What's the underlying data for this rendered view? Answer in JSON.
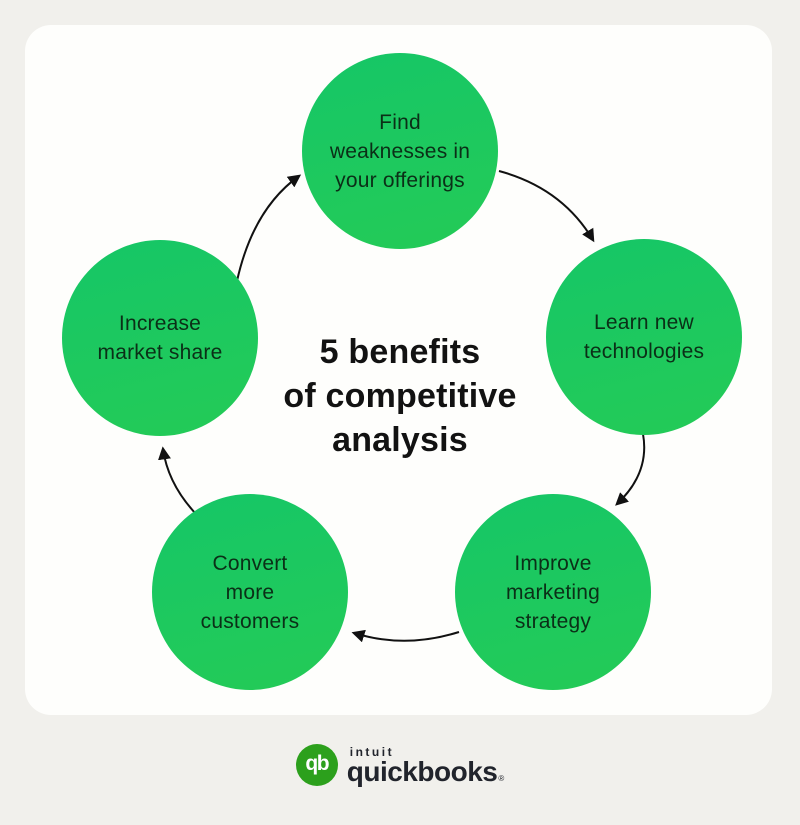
{
  "page": {
    "background_color": "#f1f0ec",
    "card_color": "#fefefc"
  },
  "title": {
    "full": "5 benefits of competitive analysis",
    "lines": [
      "5 benefits",
      "of competitive",
      "analysis"
    ]
  },
  "diagram": {
    "type": "cycle",
    "nodes": [
      {
        "id": "find-weaknesses",
        "label": "Find weaknesses in your offerings",
        "lines": [
          "Find",
          "weaknesses in",
          "your offerings"
        ]
      },
      {
        "id": "learn-new-technologies",
        "label": "Learn new technologies",
        "lines": [
          "Learn new",
          "technologies"
        ]
      },
      {
        "id": "improve-marketing-strategy",
        "label": "Improve marketing strategy",
        "lines": [
          "Improve",
          "marketing",
          "strategy"
        ]
      },
      {
        "id": "convert-more-customers",
        "label": "Convert more customers",
        "lines": [
          "Convert",
          "more",
          "customers"
        ]
      },
      {
        "id": "increase-market-share",
        "label": "Increase market share",
        "lines": [
          "Increase",
          "market share"
        ]
      }
    ],
    "edges": [
      {
        "from": "find-weaknesses",
        "to": "learn-new-technologies"
      },
      {
        "from": "learn-new-technologies",
        "to": "improve-marketing-strategy"
      },
      {
        "from": "improve-marketing-strategy",
        "to": "convert-more-customers"
      },
      {
        "from": "convert-more-customers",
        "to": "increase-market-share"
      },
      {
        "from": "increase-market-share",
        "to": "find-weaknesses"
      }
    ],
    "colors": {
      "circle_gradient_start": "#15c667",
      "circle_gradient_end": "#24cb56",
      "node_text": "#0b2f17",
      "arrow": "#111111"
    }
  },
  "logo": {
    "monogram": "qb",
    "brand_small": "intuit",
    "brand_main": "quickbooks",
    "registered_mark": "®",
    "badge_green": "#2ca01c",
    "text_color": "#21242c"
  }
}
